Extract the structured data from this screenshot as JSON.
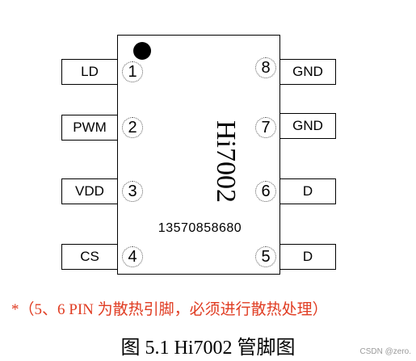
{
  "chip": {
    "name": "Hi7002",
    "phone": "13570858680"
  },
  "pins": {
    "left": [
      {
        "number": "1",
        "label": "LD"
      },
      {
        "number": "2",
        "label": "PWM"
      },
      {
        "number": "3",
        "label": "VDD"
      },
      {
        "number": "4",
        "label": "CS"
      }
    ],
    "right": [
      {
        "number": "8",
        "label": "GND"
      },
      {
        "number": "7",
        "label": "GND"
      },
      {
        "number": "6",
        "label": "D"
      },
      {
        "number": "5",
        "label": "D"
      }
    ]
  },
  "note": "*（5、6 PIN 为散热引脚，必须进行散热处理）",
  "caption": "图 5.1 Hi7002 管脚图",
  "watermark": "CSDN @zero.",
  "colors": {
    "note": "#e03c22",
    "outline": "#000000"
  }
}
